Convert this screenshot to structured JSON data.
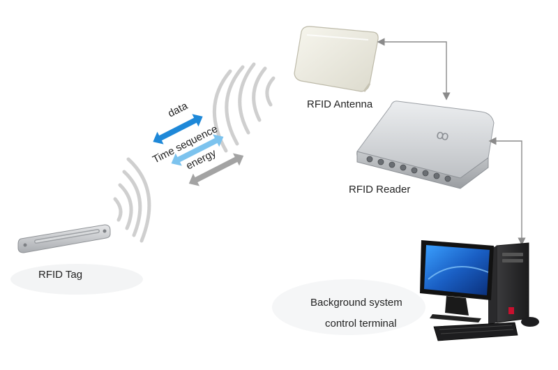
{
  "labels": {
    "tag": "RFID Tag",
    "antenna": "RFID Antenna",
    "reader": "RFID Reader",
    "terminal_line1": "Background system",
    "terminal_line2": "control terminal",
    "data": "data",
    "time_sequence": "Time sequence",
    "energy": "energy"
  },
  "colors": {
    "data_arrow": "#1e88d8",
    "time_arrow": "#7cc3ee",
    "energy_arrow": "#a3a3a3",
    "wave": "#cfcfcf",
    "connector": "#8a8a8a",
    "reader_body": "#d4d6d9",
    "antenna_body": "#ecebe2",
    "screen_blue": "#1f6fd1"
  },
  "icons": {
    "tag": "rfid-tag-icon",
    "antenna": "antenna-icon",
    "reader": "reader-icon",
    "computer": "desktop-computer-icon"
  }
}
